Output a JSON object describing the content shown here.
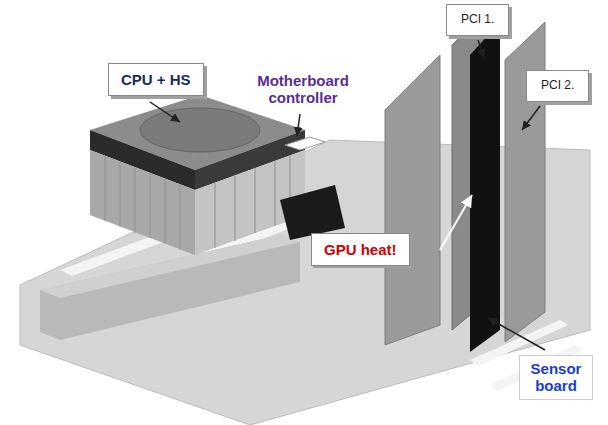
{
  "diagram": {
    "nodes": [
      {
        "text": [
          "PCI 1."
        ]
      },
      {
        "text": [
          "CPU + HS"
        ]
      },
      {
        "text": [
          "PCI 2."
        ]
      },
      {
        "text": [
          "GPU heat!"
        ]
      },
      {
        "text": [
          "Sensor board"
        ]
      }
    ],
    "labels": [
      "Motherboard controller"
    ]
  }
}
